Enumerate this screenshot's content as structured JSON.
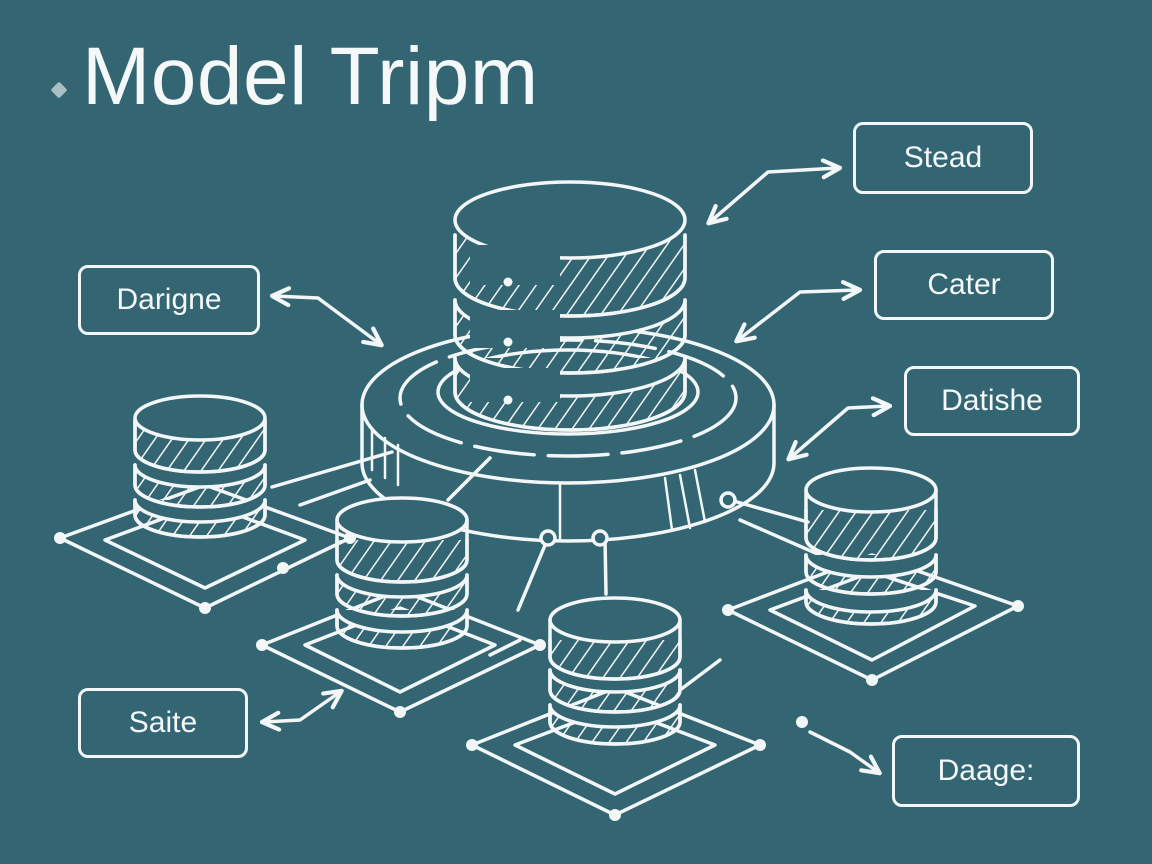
{
  "title": "Model Tripm",
  "labels": {
    "stead": "Stead",
    "cater": "Cater",
    "datishe": "Datishe",
    "darigne": "Darigne",
    "saite": "Saite",
    "daage": "Daage:"
  },
  "colors": {
    "background": "#336573",
    "stroke": "#f2f6f6",
    "bullet": "#a8c0c3"
  }
}
